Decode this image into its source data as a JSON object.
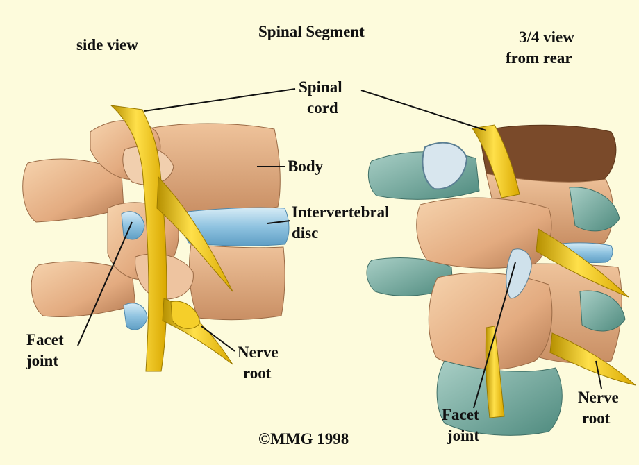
{
  "title": "Spinal Segment",
  "side_view_caption": "side view",
  "rear_view_caption": [
    "3/4 view",
    "from rear"
  ],
  "labels": {
    "spinal_cord": [
      "Spinal",
      "cord"
    ],
    "body": "Body",
    "disc": [
      "Intervertebral",
      "disc"
    ],
    "facet_left": [
      "Facet",
      "joint"
    ],
    "nerve_left": [
      "Nerve",
      "root"
    ],
    "facet_right": [
      "Facet",
      "joint"
    ],
    "nerve_right": [
      "Nerve",
      "root"
    ]
  },
  "copyright": "©MMG 1998",
  "colors": {
    "background": "#fdfbdc",
    "frame": "#ffffff",
    "bone": "#e9b98e",
    "bone_shadow": "#b9835a",
    "disc": "#9fcde6",
    "nerve": "#f3c613",
    "cartilage": "#7fb0a4"
  }
}
